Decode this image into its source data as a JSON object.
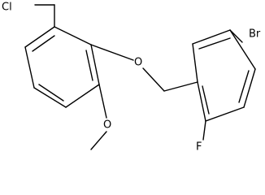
{
  "molecule": {
    "atoms": {
      "chlorine": "Cl",
      "ether_oxygen": "O",
      "bromine": "Br",
      "fluorine": "F",
      "methoxy_oxygen": "O"
    }
  },
  "colors": {
    "bond": "#000000",
    "label": "#000000",
    "background": "#ffffff"
  }
}
